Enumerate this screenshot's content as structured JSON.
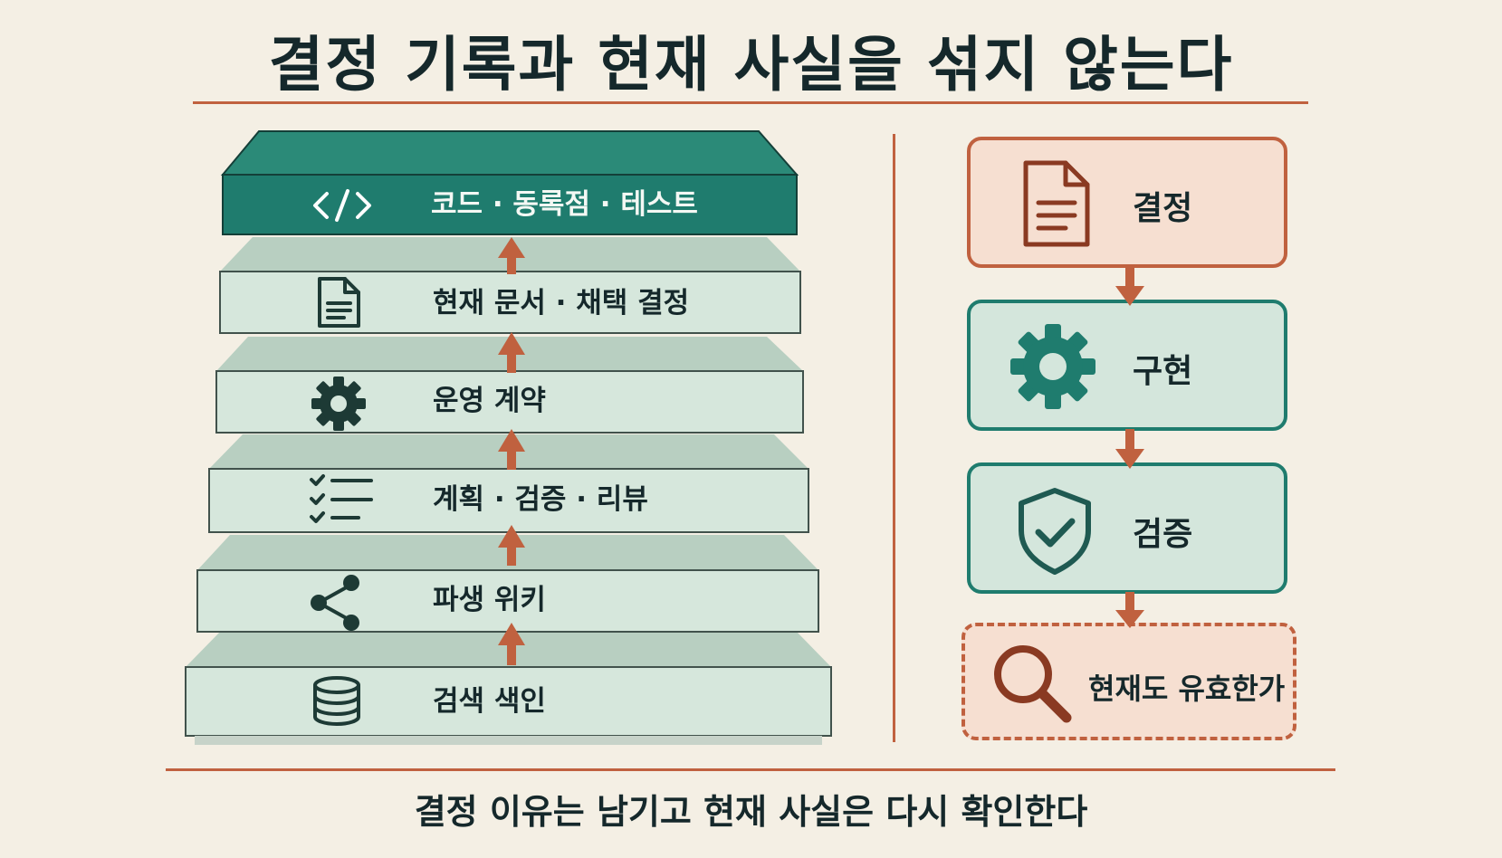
{
  "title": "결정 기록과 현재 사실을 섞지 않는다",
  "footer": "결정 이유는 남기고 현재 사실은 다시 확인한다",
  "stack": {
    "layers": [
      {
        "label": "코드 · 동록점 · 테스트",
        "icon": "code-icon"
      },
      {
        "label": "현재 문서 · 채택 결정",
        "icon": "document-icon"
      },
      {
        "label": "운영 계약",
        "icon": "gear-icon"
      },
      {
        "label": "계획 · 검증 · 리뷰",
        "icon": "checklist-icon"
      },
      {
        "label": "파생 위키",
        "icon": "share-icon"
      },
      {
        "label": "검색 색인",
        "icon": "database-icon"
      }
    ]
  },
  "flow": {
    "steps": [
      {
        "label": "결정",
        "icon": "document-icon"
      },
      {
        "label": "구현",
        "icon": "gear-icon"
      },
      {
        "label": "검증",
        "icon": "shield-check-icon"
      },
      {
        "label": "현재도 유효한가",
        "icon": "magnifier-icon"
      }
    ]
  },
  "colors": {
    "background": "#f4efe4",
    "accent_rust": "#c0613f",
    "teal_dark": "#1f7c6e",
    "teal_light": "#d4e6dc",
    "peach": "#f6dfd1"
  }
}
